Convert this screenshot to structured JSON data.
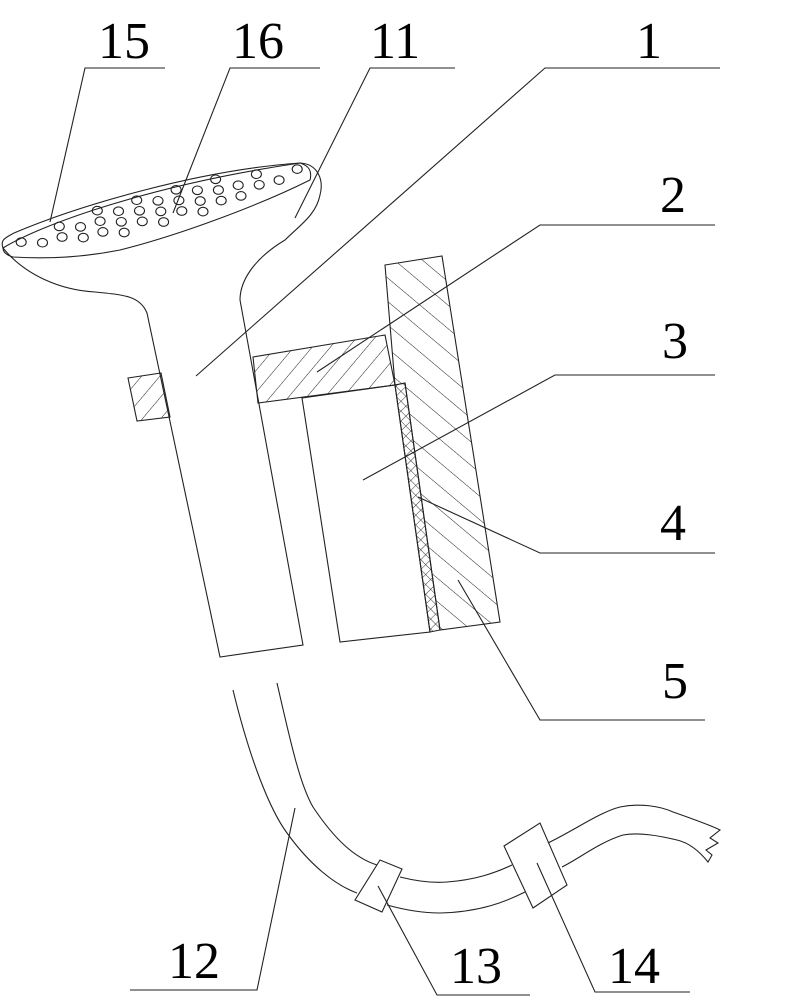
{
  "figure": {
    "labels": {
      "l15": "15",
      "l16": "16",
      "l11": "11",
      "l1": "1",
      "l2": "2",
      "l3": "3",
      "l4": "4",
      "l5": "5",
      "l12": "12",
      "l13": "13",
      "l14": "14"
    },
    "colors": {
      "stroke": "#222222",
      "background": "#ffffff"
    }
  }
}
